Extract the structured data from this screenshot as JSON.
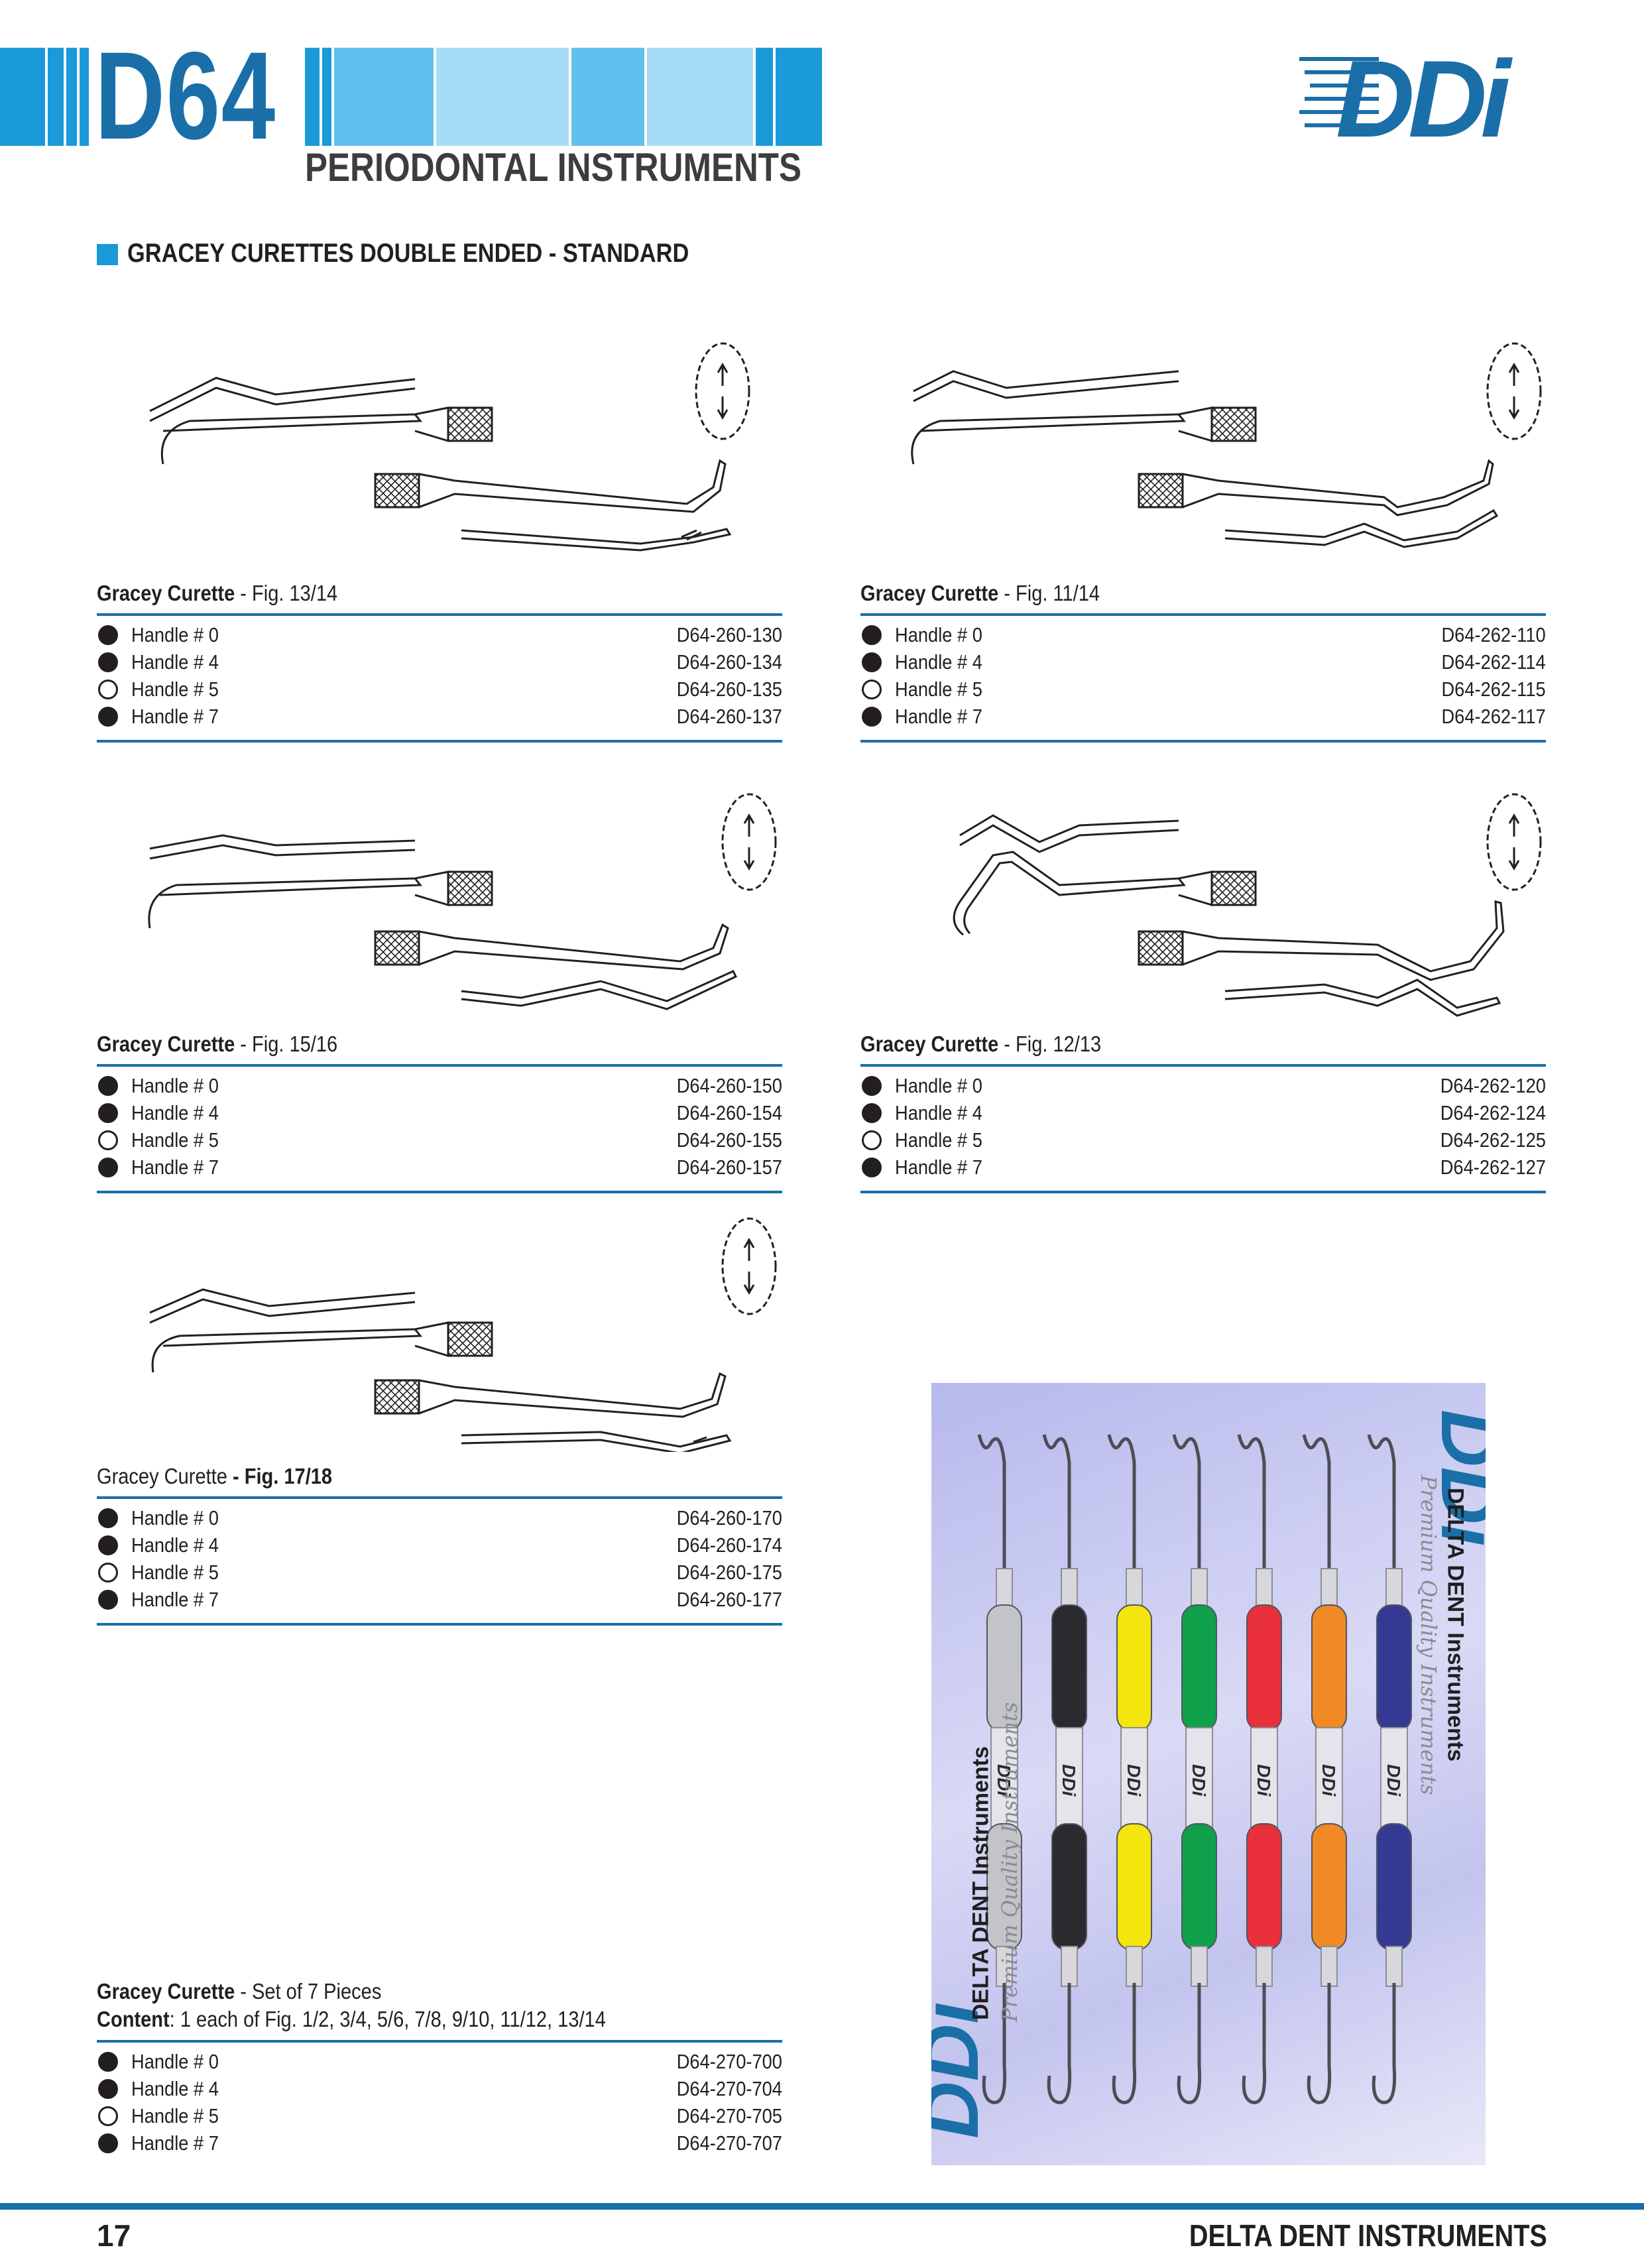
{
  "header": {
    "code": "D64",
    "subtitle": "PERIODONTAL INSTRUMENTS",
    "logo_text": "DDi",
    "strip_colors": [
      "#1a9ad9",
      "#61c1ee",
      "#a7dcf6"
    ]
  },
  "section": {
    "title": "GRACEY CURETTES DOUBLE ENDED - STANDARD"
  },
  "products": [
    {
      "caption_bold": "Gracey Curette",
      "caption_rest": " - Fig. 13/14",
      "rows": [
        {
          "handle": "Handle # 0",
          "code": "D64-260-130",
          "marker": "filled"
        },
        {
          "handle": "Handle # 4",
          "code": "D64-260-134",
          "marker": "filled"
        },
        {
          "handle": "Handle # 5",
          "code": "D64-260-135",
          "marker": "open"
        },
        {
          "handle": "Handle # 7",
          "code": "D64-260-137",
          "marker": "filled"
        }
      ]
    },
    {
      "caption_bold": "Gracey Curette",
      "caption_rest": " - Fig. 11/14",
      "rows": [
        {
          "handle": "Handle # 0",
          "code": "D64-262-110",
          "marker": "filled"
        },
        {
          "handle": "Handle # 4",
          "code": "D64-262-114",
          "marker": "filled"
        },
        {
          "handle": "Handle # 5",
          "code": "D64-262-115",
          "marker": "open"
        },
        {
          "handle": "Handle # 7",
          "code": "D64-262-117",
          "marker": "filled"
        }
      ]
    },
    {
      "caption_bold": "Gracey Curette",
      "caption_rest": " - Fig. 15/16",
      "rows": [
        {
          "handle": "Handle # 0",
          "code": "D64-260-150",
          "marker": "filled"
        },
        {
          "handle": "Handle # 4",
          "code": "D64-260-154",
          "marker": "filled"
        },
        {
          "handle": "Handle # 5",
          "code": "D64-260-155",
          "marker": "open"
        },
        {
          "handle": "Handle # 7",
          "code": "D64-260-157",
          "marker": "filled"
        }
      ]
    },
    {
      "caption_bold": "Gracey Curette",
      "caption_rest": " - Fig. 12/13",
      "rows": [
        {
          "handle": "Handle # 0",
          "code": "D64-262-120",
          "marker": "filled"
        },
        {
          "handle": "Handle # 4",
          "code": "D64-262-124",
          "marker": "filled"
        },
        {
          "handle": "Handle # 5",
          "code": "D64-262-125",
          "marker": "open"
        },
        {
          "handle": "Handle # 7",
          "code": "D64-262-127",
          "marker": "filled"
        }
      ]
    },
    {
      "caption_plain": "Gracey Curette",
      "caption_bold2": " - Fig. 17/18",
      "rows": [
        {
          "handle": "Handle # 0",
          "code": "D64-260-170",
          "marker": "filled"
        },
        {
          "handle": "Handle # 4",
          "code": "D64-260-174",
          "marker": "filled"
        },
        {
          "handle": "Handle # 5",
          "code": "D64-260-175",
          "marker": "open"
        },
        {
          "handle": "Handle # 7",
          "code": "D64-260-177",
          "marker": "filled"
        }
      ]
    },
    {
      "caption_bold": "Gracey Curette",
      "caption_rest": " - Set of 7 Pieces",
      "content_bold": "Content",
      "content_rest": ": 1 each of Fig. 1/2, 3/4, 5/6, 7/8, 9/10, 11/12, 13/14",
      "rows": [
        {
          "handle": "Handle # 0",
          "code": "D64-270-700",
          "marker": "filled"
        },
        {
          "handle": "Handle # 4",
          "code": "D64-270-704",
          "marker": "filled"
        },
        {
          "handle": "Handle # 5",
          "code": "D64-270-705",
          "marker": "open"
        },
        {
          "handle": "Handle # 7",
          "code": "D64-270-707",
          "marker": "filled"
        }
      ]
    }
  ],
  "photo": {
    "brand_main": "DELTA DENT Instruments",
    "brand_script": "Premium Quality Instruments",
    "logo_text": "DDi",
    "handle_colors": [
      "#c3c4c8",
      "#2b2a2e",
      "#f5e50f",
      "#10a04a",
      "#e8313a",
      "#f08a24",
      "#343a94"
    ]
  },
  "footer": {
    "page": "17",
    "brand": "DELTA DENT INSTRUMENTS"
  }
}
